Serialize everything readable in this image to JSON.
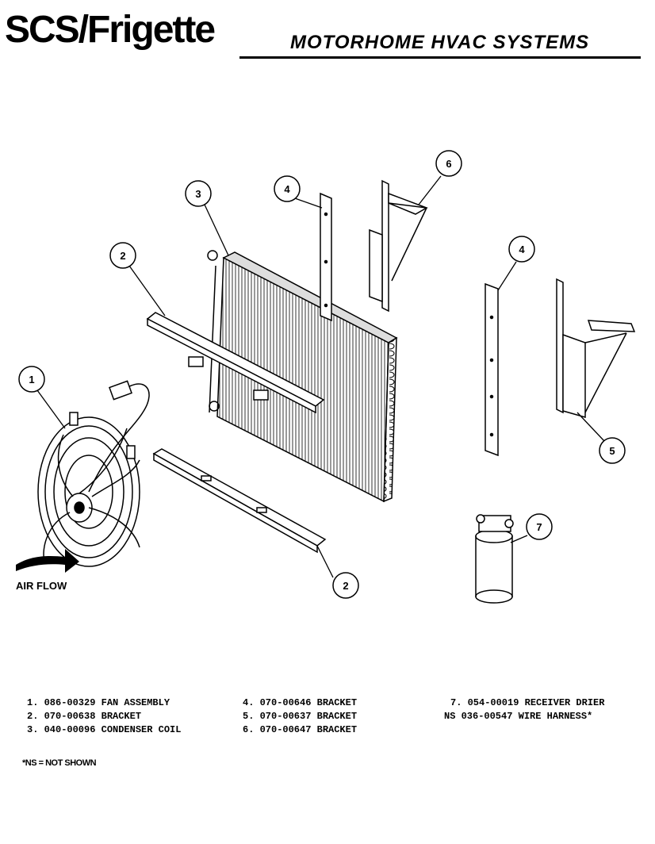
{
  "header": {
    "brand": "SCS/Frigette",
    "subtitle": "MOTORHOME HVAC SYSTEMS"
  },
  "diagram": {
    "airflow_label": "AIR FLOW",
    "callouts": [
      "1",
      "2",
      "2",
      "3",
      "4",
      "4",
      "5",
      "6",
      "7"
    ]
  },
  "parts_list": {
    "col1": [
      "1. 086-00329 FAN ASSEMBLY",
      "2. 070-00638 BRACKET",
      "3. 040-00096 CONDENSER COIL"
    ],
    "col2": [
      "4. 070-00646 BRACKET",
      "5. 070-00637 BRACKET",
      "6. 070-00647 BRACKET"
    ],
    "col3": [
      "7. 054-00019 RECEIVER DRIER",
      "NS  036-00547 WIRE HARNESS*"
    ]
  },
  "footnote": "*NS = NOT SHOWN"
}
